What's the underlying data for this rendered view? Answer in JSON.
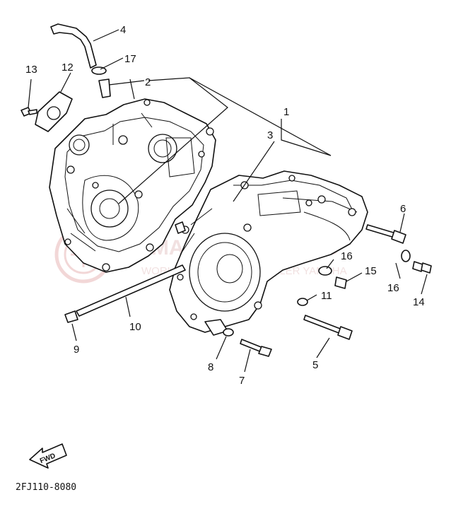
{
  "diagram": {
    "drawing_code": "2FJ110-8080",
    "fwd_label": "FWD",
    "watermark_line1": "YAMAHA ZAP PARTS",
    "watermark_line2": "WORLDWIDE YAMAHA DEALER YAMAHA",
    "callouts": [
      {
        "id": "1",
        "label": "1"
      },
      {
        "id": "2",
        "label": "2"
      },
      {
        "id": "3",
        "label": "3"
      },
      {
        "id": "4",
        "label": "4"
      },
      {
        "id": "5",
        "label": "5"
      },
      {
        "id": "6",
        "label": "6"
      },
      {
        "id": "7",
        "label": "7"
      },
      {
        "id": "8",
        "label": "8"
      },
      {
        "id": "9",
        "label": "9"
      },
      {
        "id": "10",
        "label": "10"
      },
      {
        "id": "11",
        "label": "11"
      },
      {
        "id": "12",
        "label": "12"
      },
      {
        "id": "13",
        "label": "13"
      },
      {
        "id": "14",
        "label": "14"
      },
      {
        "id": "15",
        "label": "15"
      },
      {
        "id": "16a",
        "label": "16"
      },
      {
        "id": "16b",
        "label": "16"
      },
      {
        "id": "17",
        "label": "17"
      }
    ]
  }
}
